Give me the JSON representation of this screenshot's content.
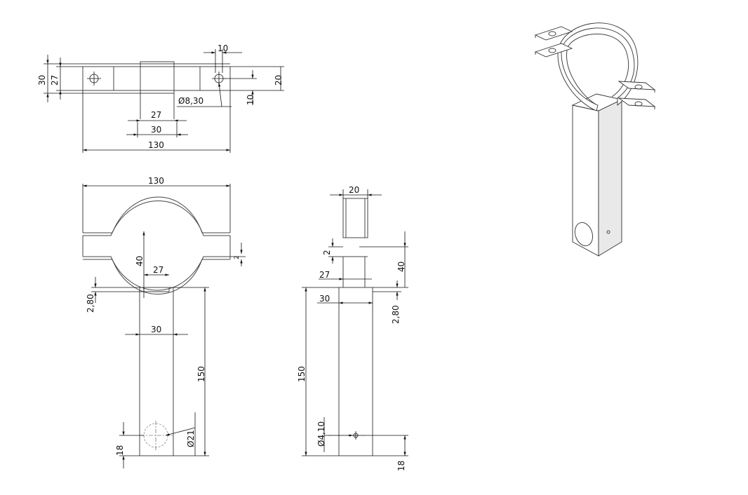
{
  "dims": {
    "top": {
      "h30": "30",
      "h27": "27",
      "w10": "10",
      "h20": "20",
      "hole_dia": "Ø8,30",
      "h10": "10",
      "w27": "27",
      "w30": "30",
      "w130": "130"
    },
    "front": {
      "w130": "130",
      "h40": "40",
      "w27": "27",
      "t280": "2,80",
      "w30": "30",
      "h150": "150",
      "hole_dia": "Ø21",
      "h18": "18",
      "h2_small": "2"
    },
    "side": {
      "w20": "20",
      "h2": "2",
      "h40": "40",
      "w27": "27",
      "w30": "30",
      "t280": "2,80",
      "h150": "150",
      "hole_dia": "Ø4,10",
      "h18": "18"
    }
  }
}
